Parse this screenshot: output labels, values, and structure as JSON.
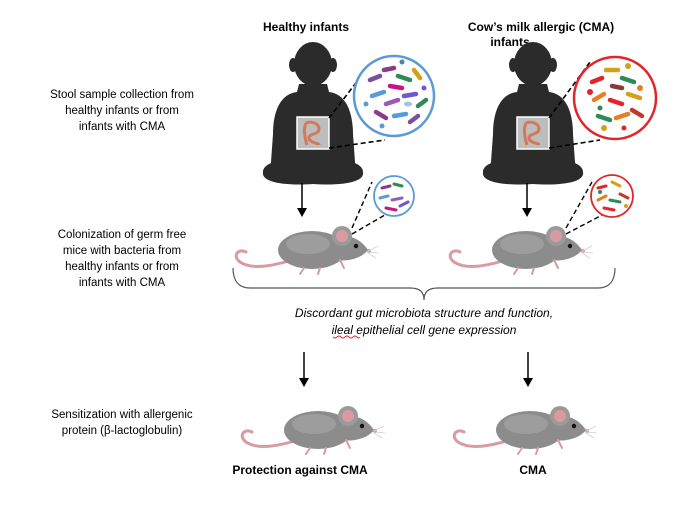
{
  "columns": {
    "healthy": {
      "title": "Healthy infants"
    },
    "cma": {
      "title_line1": "Cow’s milk allergic (CMA)",
      "title_line2": "infants"
    }
  },
  "steps": {
    "stool": [
      "Stool sample collection from",
      "healthy infants or from",
      "infants with CMA"
    ],
    "colonization": [
      "Colonization of germ free",
      "mice with bacteria from",
      "healthy infants or from",
      "infants with CMA"
    ],
    "sensitization": [
      "Sensitization with allergenic",
      "protein (β-lactoglobulin)"
    ]
  },
  "finding": {
    "line1": "Discordant gut microbiota structure and function,",
    "line2_word": "ileal",
    "line2_rest": " epithelial cell gene expression"
  },
  "outcomes": {
    "healthy": "Protection against CMA",
    "cma": "CMA"
  },
  "colors": {
    "healthy_circle": "#5a9bd5",
    "cma_circle": "#e0262a",
    "silhouette": "#2b2b2b",
    "mouse_body": "#8c8c8c",
    "mouse_tail": "#d99aa3"
  }
}
